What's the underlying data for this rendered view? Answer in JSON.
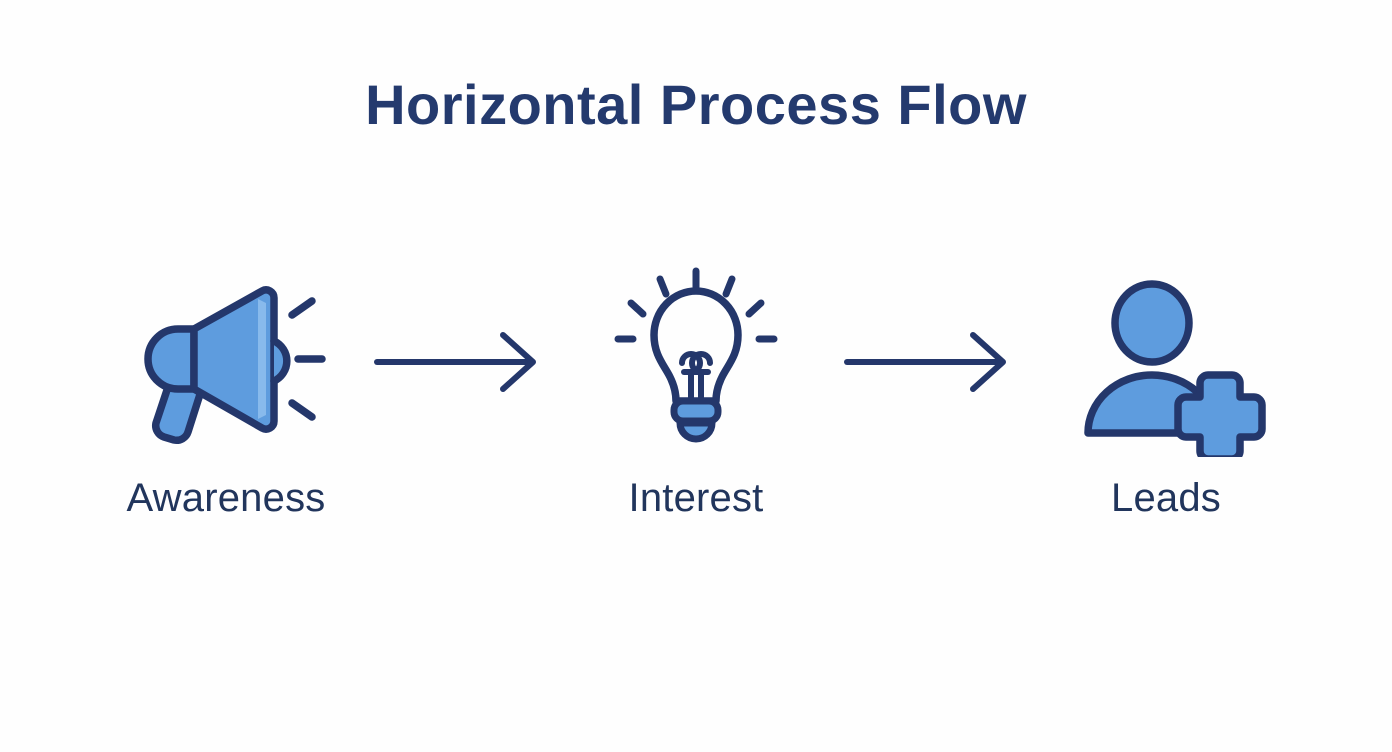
{
  "page": {
    "title": "Horizontal Process Flow",
    "background_color": "#fefefe",
    "title_color": "#243a6e",
    "label_color": "#21355c",
    "icon_fill_color": "#5e9cde",
    "icon_stroke_color": "#24376b",
    "arrow_color": "#24376b"
  },
  "steps": [
    {
      "label": "Awareness",
      "icon": "megaphone-icon"
    },
    {
      "label": "Interest",
      "icon": "lightbulb-icon"
    },
    {
      "label": "Leads",
      "icon": "add-user-icon"
    }
  ],
  "connectors": [
    {
      "icon": "arrow-right-icon"
    },
    {
      "icon": "arrow-right-icon"
    }
  ]
}
